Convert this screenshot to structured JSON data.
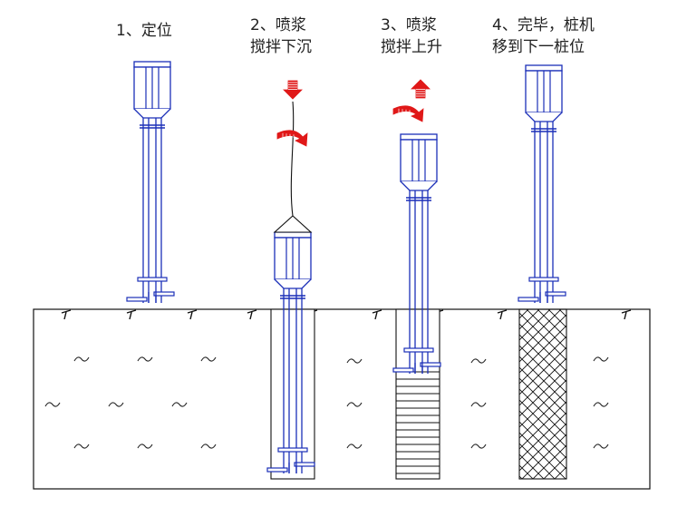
{
  "steps": [
    {
      "line1": "1、定位",
      "line2": ""
    },
    {
      "line1": "2、喷浆",
      "line2": "搅拌下沉"
    },
    {
      "line1": "3、喷浆",
      "line2": "搅拌上升"
    },
    {
      "line1": "4、完毕，桩机",
      "line2": "移到下一桩位"
    }
  ],
  "colors": {
    "machine": "#1b2fb8",
    "arrow": "#e01818",
    "ground": "#111111",
    "soil_mark": "#222222",
    "grout_fill": "#111111"
  }
}
